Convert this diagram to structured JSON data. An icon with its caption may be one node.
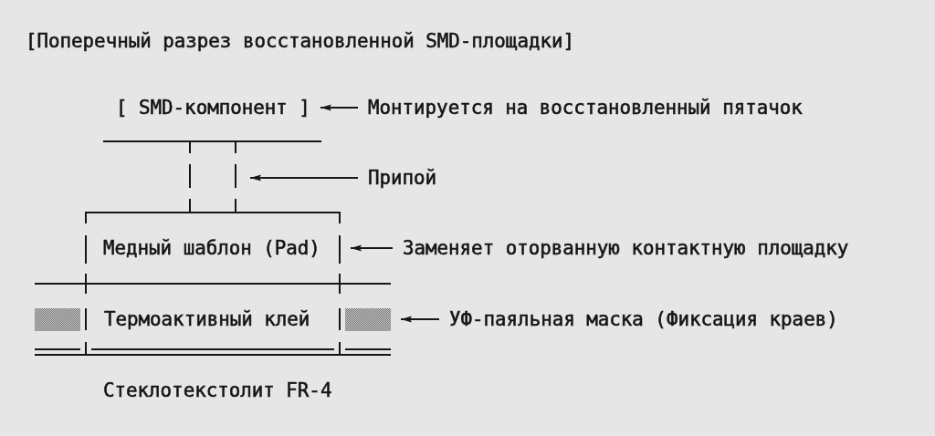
{
  "diagram": {
    "title": "[Поперечный разрез восстановленной SMD-площадки]",
    "nodes": [
      {
        "text": [
          "[ SMD-компонент ]"
        ]
      },
      {
        "text": [
          "Монтируется на восстановленный пятачок"
        ]
      },
      {
        "text": [],
        "shape": "bar"
      },
      {
        "text": [
          "Припой"
        ]
      },
      {
        "text": [
          "Медный шаблон (Pad)"
        ]
      },
      {
        "text": [
          "Заменяет оторванную контактную площадку"
        ]
      },
      {
        "text": [],
        "shape": "box"
      },
      {
        "text": [
          "Термоактивный клей"
        ]
      },
      {
        "text": [],
        "shape": "box"
      },
      {
        "text": [
          "УФ-паяльная маска (Фиксация краев)"
        ]
      }
    ],
    "edges": [
      {
        "from": 1,
        "to": 0,
        "arrow": "to"
      },
      {
        "from": 3,
        "to": 2,
        "arrow": "to"
      },
      {
        "from": 5,
        "to": 4,
        "arrow": "to"
      },
      {
        "from": 9,
        "to": 8,
        "arrow": "to"
      }
    ],
    "labels": [
      "Стеклотекстолит FR-4"
    ]
  }
}
